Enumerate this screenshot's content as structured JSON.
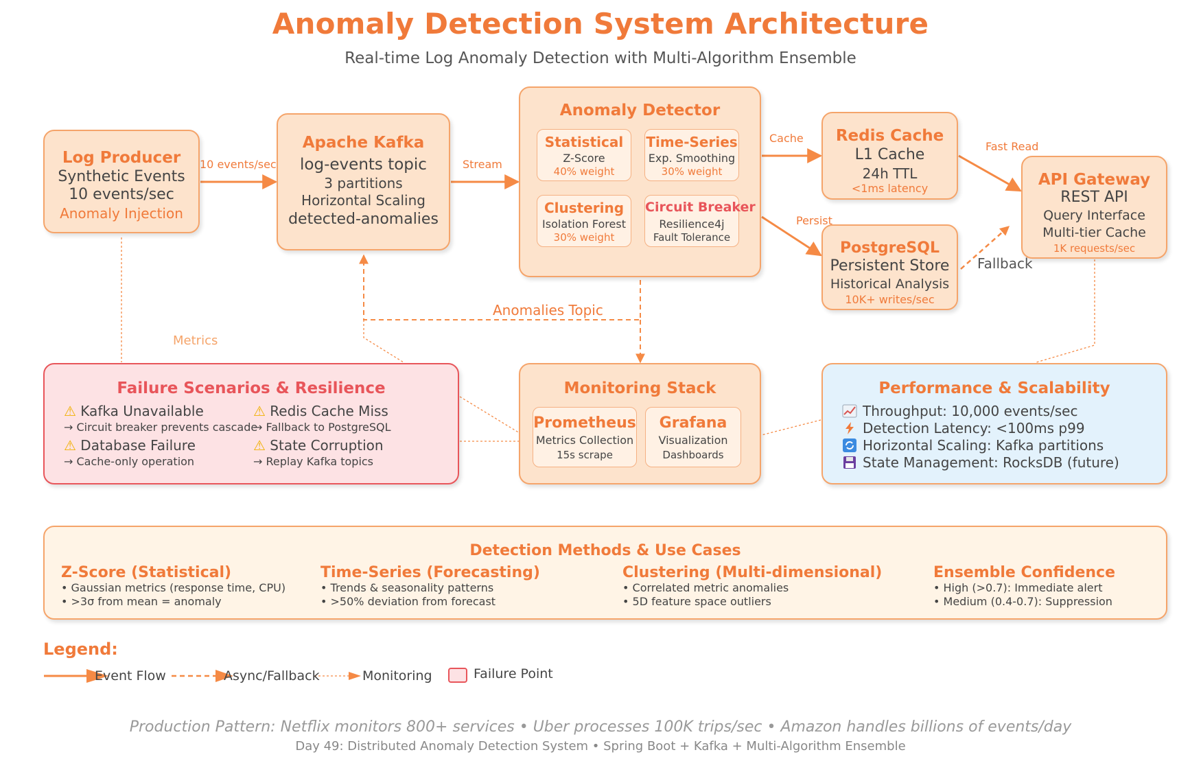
{
  "title": "Anomaly Detection System Architecture",
  "subtitle": "Real-time Log Anomaly Detection with Multi-Algorithm Ensemble",
  "log_producer": {
    "title": "Log Producer",
    "line1": "Synthetic Events",
    "line2": "10 events/sec",
    "line3": "Anomaly Injection"
  },
  "kafka": {
    "title": "Apache Kafka",
    "line1": "log-events topic",
    "line2": "3 partitions",
    "line3": "Horizontal Scaling",
    "line4": "detected-anomalies"
  },
  "detector": {
    "title": "Anomaly Detector",
    "statistical": {
      "title": "Statistical",
      "line1": "Z-Score",
      "line2": "40% weight"
    },
    "timeseries": {
      "title": "Time-Series",
      "line1": "Exp. Smoothing",
      "line2": "30% weight"
    },
    "clustering": {
      "title": "Clustering",
      "line1": "Isolation Forest",
      "line2": "30% weight"
    },
    "breaker": {
      "title": "Circuit Breaker",
      "line1": "Resilience4j",
      "line2": "Fault Tolerance"
    }
  },
  "redis": {
    "title": "Redis Cache",
    "line1": "L1 Cache",
    "line2": "24h TTL",
    "line3": "<1ms latency"
  },
  "postgres": {
    "title": "PostgreSQL",
    "line1": "Persistent Store",
    "line2": "Historical Analysis",
    "line3": "10K+ writes/sec"
  },
  "api": {
    "title": "API Gateway",
    "line1": "REST API",
    "line2": "Query Interface",
    "line3": "Multi-tier Cache",
    "line4": "1K requests/sec"
  },
  "edges": {
    "producer_kafka": "10 events/sec",
    "kafka_detector": "Stream",
    "cache": "Cache",
    "persist": "Persist",
    "fast_read": "Fast Read",
    "fallback": "Fallback",
    "anomalies_topic": "Anomalies Topic",
    "metrics": "Metrics"
  },
  "failure": {
    "title": "Failure Scenarios & Resilience",
    "items": [
      {
        "title": "Kafka Unavailable",
        "sub": "→ Circuit breaker prevents cascade"
      },
      {
        "title": "Redis Cache Miss",
        "sub": "→ Fallback to PostgreSQL"
      },
      {
        "title": "Database Failure",
        "sub": "→ Cache-only operation"
      },
      {
        "title": "State Corruption",
        "sub": "→ Replay Kafka topics"
      }
    ]
  },
  "monitoring": {
    "title": "Monitoring Stack",
    "prometheus": {
      "title": "Prometheus",
      "line1": "Metrics Collection",
      "line2": "15s scrape"
    },
    "grafana": {
      "title": "Grafana",
      "line1": "Visualization",
      "line2": "Dashboards"
    }
  },
  "performance": {
    "title": "Performance & Scalability",
    "rows": [
      {
        "icon": "chart-icon",
        "text": "Throughput: 10,000 events/sec"
      },
      {
        "icon": "lightning-icon",
        "text": "Detection Latency: <100ms p99"
      },
      {
        "icon": "refresh-icon",
        "text": "Horizontal Scaling: Kafka partitions"
      },
      {
        "icon": "floppy-icon",
        "text": "State Management: RocksDB (future)"
      }
    ]
  },
  "methods": {
    "title": "Detection Methods & Use Cases",
    "items": [
      {
        "title": "Z-Score (Statistical)",
        "b1": "• Gaussian metrics (response time, CPU)",
        "b2": "• >3σ from mean = anomaly"
      },
      {
        "title": "Time-Series (Forecasting)",
        "b1": "• Trends & seasonality patterns",
        "b2": "• >50% deviation from forecast"
      },
      {
        "title": "Clustering (Multi-dimensional)",
        "b1": "• Correlated metric anomalies",
        "b2": "• 5D feature space outliers"
      },
      {
        "title": "Ensemble Confidence",
        "b1": "• High (>0.7): Immediate alert",
        "b2": "• Medium (0.4-0.7): Suppression"
      }
    ]
  },
  "legend": {
    "title": "Legend:",
    "event_flow": "Event Flow",
    "async": "Async/Fallback",
    "monitoring": "Monitoring",
    "failure_point": "Failure Point"
  },
  "footer": {
    "line1": "Production Pattern: Netflix monitors 800+ services • Uber processes 100K trips/sec • Amazon handles billions of events/day",
    "line2": "Day 49: Distributed Anomaly Detection System • Spring Boot + Kafka + Multi-Algorithm Ensemble"
  },
  "colors": {
    "accent": "#f07a3a",
    "node_fill": "#fde3cc",
    "node_border": "#f5a46a",
    "failure_fill": "#fde2e4",
    "failure_border": "#e8555a",
    "perf_fill": "#e3f2fc",
    "methods_fill": "#fff4e6"
  }
}
